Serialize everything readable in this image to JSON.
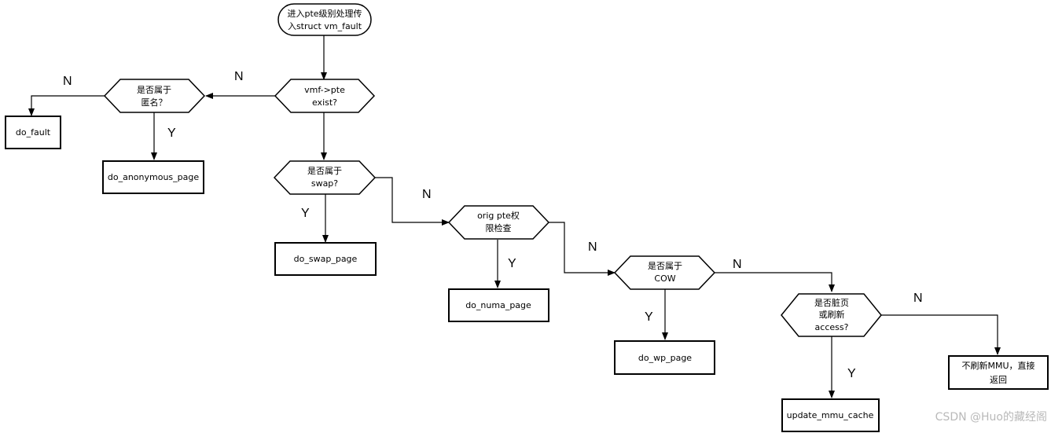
{
  "nodes": {
    "start": [
      "进入pte级别处理传",
      "入struct vm_fault"
    ],
    "vmf_exist": [
      "vmf->pte",
      "exist?"
    ],
    "is_anon": [
      "是否属于",
      "匿名？"
    ],
    "do_fault": "do_fault",
    "do_anonymous_page": "do_anonymous_page",
    "is_swap": [
      "是否属于",
      "swap?"
    ],
    "do_swap_page": "do_swap_page",
    "orig_pte": [
      "orig pte权",
      "限检查"
    ],
    "do_numa_page": "do_numa_page",
    "is_cow": [
      "是否属于",
      "COW"
    ],
    "do_wp_page": "do_wp_page",
    "dirty_access": [
      "是否脏页",
      "或刷新",
      "access?"
    ],
    "update_mmu_cache": "update_mmu_cache",
    "no_refresh": [
      "不刷新MMU，直接",
      "返回"
    ]
  },
  "edge_labels": {
    "n_anon": "N",
    "n_exist": "N",
    "y_anon": "Y",
    "y_swap": "Y",
    "n_swap": "N",
    "y_numa": "Y",
    "n_orig": "N",
    "y_cow": "Y",
    "n_cow": "N",
    "y_dirty": "Y",
    "n_dirty": "N"
  },
  "watermark": "CSDN @Huo的藏经阁"
}
